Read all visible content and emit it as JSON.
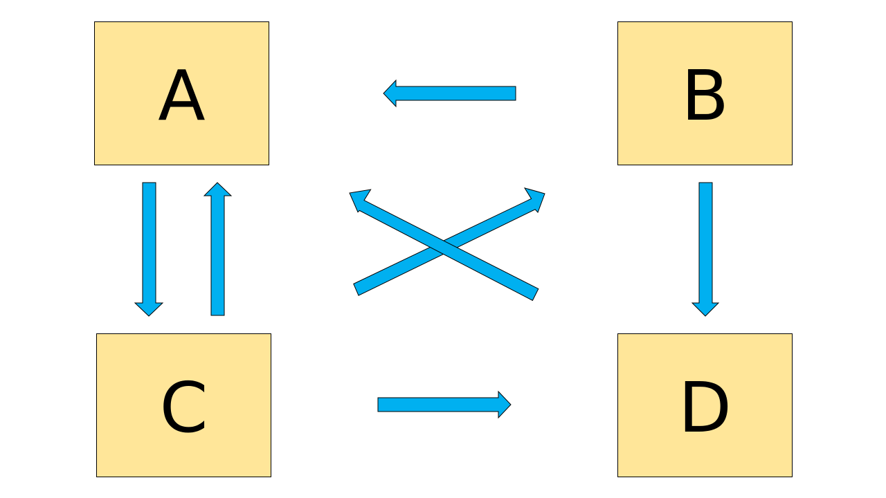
{
  "diagram": {
    "nodes": [
      {
        "id": "a",
        "label": "A"
      },
      {
        "id": "b",
        "label": "B"
      },
      {
        "id": "c",
        "label": "C"
      },
      {
        "id": "d",
        "label": "D"
      }
    ],
    "edges": [
      {
        "from": "B",
        "to": "A"
      },
      {
        "from": "A",
        "to": "C"
      },
      {
        "from": "C",
        "to": "A"
      },
      {
        "from": "B",
        "to": "D"
      },
      {
        "from": "C",
        "to": "D"
      },
      {
        "from": "C",
        "to": "B"
      },
      {
        "from": "D",
        "to": "A"
      }
    ],
    "colors": {
      "node_fill": "#ffe699",
      "arrow_fill": "#00b0f0",
      "outline": "#000000"
    }
  }
}
